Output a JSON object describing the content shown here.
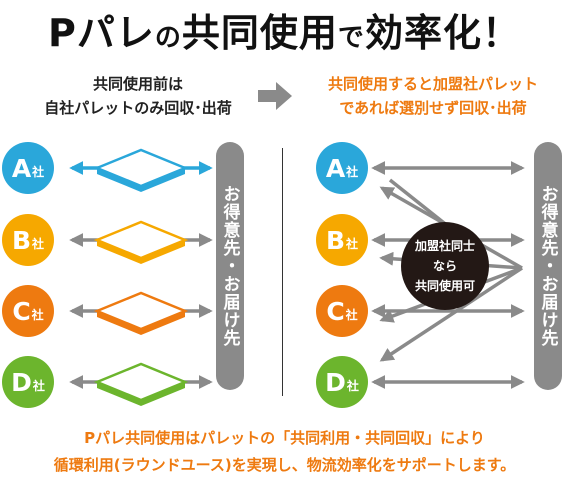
{
  "title": {
    "prefix": "Pパレ",
    "no": "の",
    "mid": "共同使用",
    "de": "で",
    "end": "効率化！"
  },
  "left_caption": {
    "line1": "共同使用前は",
    "line2": "自社パレットのみ回収･出荷"
  },
  "right_caption": {
    "line1": "共同使用すると加盟社パレット",
    "line2": "であれば選別せず回収･出荷"
  },
  "companies": [
    {
      "letter": "A",
      "suffix": "社",
      "color": "#2aa7da",
      "pallet_color": "#2aa7da"
    },
    {
      "letter": "B",
      "suffix": "社",
      "color": "#f6a800",
      "pallet_color": "#f6a800"
    },
    {
      "letter": "C",
      "suffix": "社",
      "color": "#ee7a10",
      "pallet_color": "#ee7a10"
    },
    {
      "letter": "D",
      "suffix": "社",
      "color": "#6cb52d",
      "pallet_color": "#6cb52d"
    }
  ],
  "destination_label": "お得意先・お届け先",
  "bubble": {
    "line1": "加盟社同士",
    "line2": "なら",
    "line3": "共同使用可"
  },
  "footer": {
    "line1": "Pパレ共同使用はパレットの「共同利用・共同回収」により",
    "line2": "循環利用(ラウンドユース)を実現し、物流効率化をサポートします。"
  },
  "colors": {
    "arrow_gray": "#8a8a8a",
    "accent_orange": "#ee7a10",
    "bubble_dark": "#231815"
  }
}
